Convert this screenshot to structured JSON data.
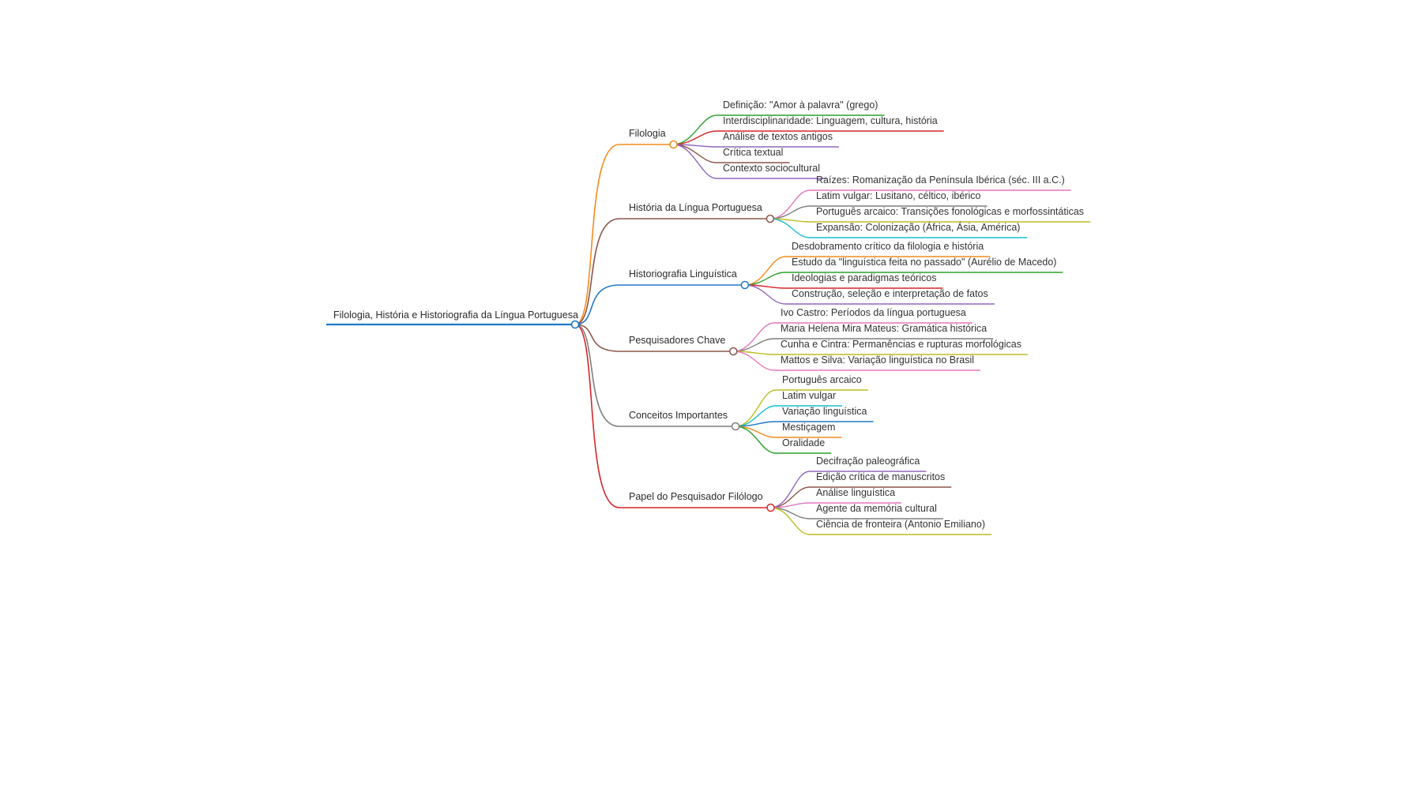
{
  "mindmap": {
    "root": {
      "text": "Filologia, História e Historiografia da Língua Portuguesa",
      "color": "#1f78c8",
      "children": [
        {
          "text": "Filologia",
          "color": "#f28c1c",
          "children": [
            {
              "text": "Definição: \"Amor à palavra\" (grego)",
              "color": "#2ca02c"
            },
            {
              "text": "Interdisciplinaridade: Linguagem, cultura, história",
              "color": "#d62728"
            },
            {
              "text": "Análise de textos antigos",
              "color": "#9467bd"
            },
            {
              "text": "Crítica textual",
              "color": "#8c564b"
            },
            {
              "text": "Contexto sociocultural",
              "color": "#9467bd"
            }
          ]
        },
        {
          "text": "História da Língua Portuguesa",
          "color": "#8c564b",
          "children": [
            {
              "text": "Raízes: Romanização da Península Ibérica (séc. III a.C.)",
              "color": "#e377c2"
            },
            {
              "text": "Latim vulgar: Lusitano, céltico, ibérico",
              "color": "#7f7f7f"
            },
            {
              "text": "Português arcaico: Transições fonológicas e morfossintáticas",
              "color": "#bcbd22"
            },
            {
              "text": "Expansão: Colonização (África, Ásia, América)",
              "color": "#17becf"
            }
          ]
        },
        {
          "text": "Historiografia Linguística",
          "color": "#1f78c8",
          "children": [
            {
              "text": "Desdobramento crítico da filologia e história",
              "color": "#f28c1c"
            },
            {
              "text": "Estudo da \"linguística feita no passado\" (Aurélio de Macedo)",
              "color": "#2ca02c"
            },
            {
              "text": "Ideologias e paradigmas teóricos",
              "color": "#d62728"
            },
            {
              "text": "Construção, seleção e interpretação de fatos",
              "color": "#9467bd"
            }
          ]
        },
        {
          "text": "Pesquisadores Chave",
          "color": "#8c564b",
          "children": [
            {
              "text": "Ivo Castro: Períodos da língua portuguesa",
              "color": "#e377c2"
            },
            {
              "text": "Maria Helena Mira Mateus: Gramática histórica",
              "color": "#7f7f7f"
            },
            {
              "text": "Cunha e Cintra: Permanências e rupturas morfológicas",
              "color": "#bcbd22"
            },
            {
              "text": "Mattos e Silva: Variação linguística no Brasil",
              "color": "#e377c2"
            }
          ]
        },
        {
          "text": "Conceitos Importantes",
          "color": "#7f7f7f",
          "children": [
            {
              "text": "Português arcaico",
              "color": "#bcbd22"
            },
            {
              "text": "Latim vulgar",
              "color": "#17becf"
            },
            {
              "text": "Variação linguística",
              "color": "#1f78c8"
            },
            {
              "text": "Mestiçagem",
              "color": "#f28c1c"
            },
            {
              "text": "Oralidade",
              "color": "#2ca02c"
            }
          ]
        },
        {
          "text": "Papel do Pesquisador Filólogo",
          "color": "#d62728",
          "children": [
            {
              "text": "Decifração paleográfica",
              "color": "#9467bd"
            },
            {
              "text": "Edição crítica de manuscritos",
              "color": "#8c564b"
            },
            {
              "text": "Análise linguística",
              "color": "#e377c2"
            },
            {
              "text": "Agente da memória cultural",
              "color": "#7f7f7f"
            },
            {
              "text": "Ciência de fronteira (Antonio Emiliano)",
              "color": "#bcbd22"
            }
          ]
        }
      ]
    }
  }
}
